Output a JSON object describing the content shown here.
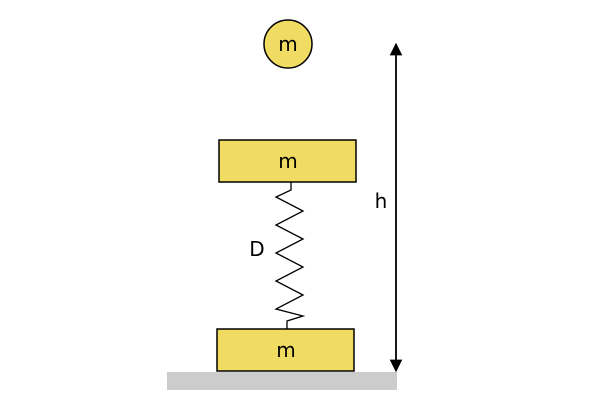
{
  "labels": {
    "ball_mass": "m",
    "upper_block_mass": "m",
    "lower_block_mass": "m",
    "spring": "D",
    "height": "h"
  },
  "colors": {
    "block_fill": "#f0db63",
    "outline": "#000000",
    "ground": "#cccccc"
  }
}
